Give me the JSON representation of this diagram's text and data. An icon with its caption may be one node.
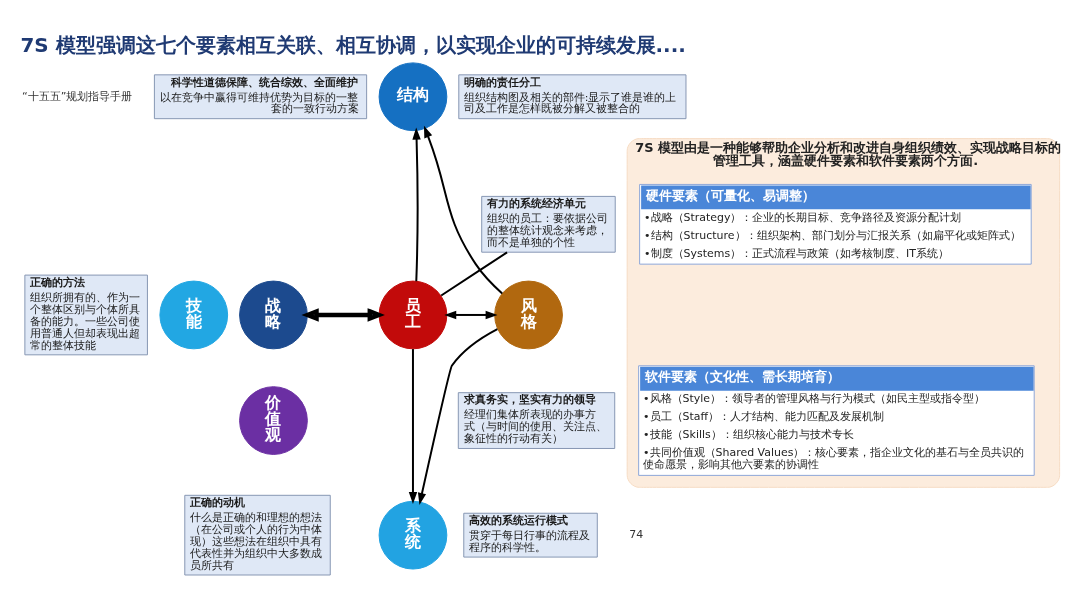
{
  "diagram": {
    "title": "7S 模型强调这七个要素相互关联、相互协调，以实现企业的可持续发展....",
    "nodes": [
      {
        "text": [
          "科学性道德保障、统合综效、全面维护",
          "以在竞争中赢得可维持优势为目标的一整套的一致行动方案"
        ]
      },
      {
        "text": [
          "明确的责任分工",
          "组织结构图及相关的部件:显示了谁是谁的上司及工作是怎样既被分解又被整合的"
        ]
      },
      {
        "text": [
          "结构"
        ]
      },
      {
        "text": [
          "正确的方法",
          "组织所拥有的、作为一个整体区别与个体所具备的能力。一些公司使用普通人但却表现出超常的整体技能"
        ]
      },
      {
        "text": [
          "有力的系统经济单元",
          "组织的员工：要依据公司的整体统计观念来考虑，而不是单独的个性"
        ]
      },
      {
        "text": [
          "战略"
        ]
      },
      {
        "text": [
          "技能"
        ]
      },
      {
        "text": [
          "员工"
        ]
      },
      {
        "text": [
          "风格"
        ]
      },
      {
        "text": [
          "价值观"
        ]
      },
      {
        "text": [
          "求真务实，坚实有力的领导",
          "经理们集体所表现的办事方式（与时间的使用、关注点、象征性的行动有关）"
        ]
      },
      {
        "text": [
          "系统"
        ]
      },
      {
        "text": [
          "正确的动机",
          "什么是正确的和理想的想法（在公司或个人的行为中体现）这些想法在组织中具有代表性并为组织中大多数成员所共有"
        ]
      },
      {
        "text": [
          "高效的系统运行模式",
          "贯穿于每日行事的流程及程序的科学性。"
        ]
      },
      {
        "text": [
          "7S 模型由是一种能够帮助企业分析和改进自身组织绩效、实现战略目标的管理工具，涵盖硬件要素和软件要素两个方面."
        ]
      },
      {
        "text": [
          "硬件要素（可量化、易调整）",
          "•战略（Strategy）：企业的长期目标、竞争路径及资源分配计划",
          "•结构（Structure）：组织架构、部门划分与汇报关系（如扁平化或矩阵式）",
          "•制度（Systems）：正式流程与政策（如考核制度、IT系统）"
        ],
        "in": 14
      },
      {
        "text": [
          "软件要素（文化性、需长期培育）",
          "•风格（Style）：领导者的管理风格与行为模式（如民主型或指令型）",
          "•员工（Staff）：人才结构、能力匹配及发展机制",
          "•技能（Skills）：组织核心能力与技术专长",
          "•共同价值观（Shared Values）：核心要素，指企业文化的基石与全员共识的使命愿景，影响其他六要素的协调性"
        ],
        "in": 14
      }
    ],
    "edges": [
      {
        "from": 7,
        "to": 2,
        "arrow": "to"
      },
      {
        "from": 8,
        "to": 2,
        "arrow": "to"
      },
      {
        "from": 5,
        "to": 7,
        "arrow": "both",
        "style": "thick"
      },
      {
        "from": 7,
        "to": 8,
        "arrow": "both"
      },
      {
        "from": 7,
        "to": 11,
        "arrow": "to"
      },
      {
        "from": 8,
        "to": 11,
        "arrow": "to"
      },
      {
        "from": 4,
        "to": 7,
        "arrow": "none"
      }
    ],
    "labels": [
      "“十五五”规划指导手册",
      "74"
    ]
  }
}
